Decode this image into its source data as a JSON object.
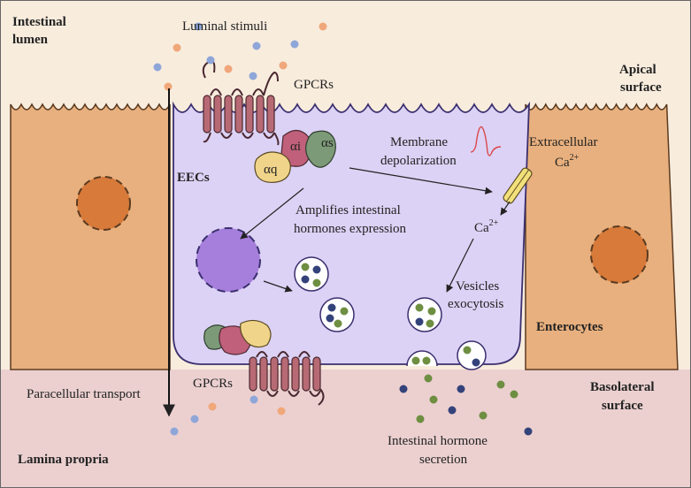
{
  "labels": {
    "intestinal_lumen_1": "Intestinal",
    "intestinal_lumen_2": "lumen",
    "luminal_stimuli": "Luminal stimuli",
    "gpcrs_top": "GPCRs",
    "apical_1": "Apical",
    "apical_2": "surface",
    "alpha_i": "αi",
    "alpha_s": "αs",
    "alpha_q": "αq",
    "eecs": "EECs",
    "membrane_1": "Membrane",
    "membrane_2": "depolarization",
    "extracellular_1": "Extracellular",
    "extracellular_2": "Ca",
    "extracellular_2_sup": "2+",
    "amplifies_1": "Amplifies intestinal",
    "amplifies_2": "hormones expression",
    "ca_inner": "Ca",
    "ca_inner_sup": "2+",
    "vesicles_1": "Vesicles",
    "vesicles_2": "exocytosis",
    "enterocytes": "Enterocytes",
    "paracellular": "Paracellular transport",
    "gpcrs_bottom": "GPCRs",
    "basolateral_1": "Basolateral",
    "basolateral_2": "surface",
    "secretion_1": "Intestinal hormone",
    "secretion_2": "secretion",
    "lamina_propria": "Lamina propria"
  },
  "colors": {
    "lumen_bg": "#f8ecdd",
    "lamina_bg": "#ecd0d0",
    "eec_fill": "#dcd2f5",
    "eec_stroke": "#3b2f6e",
    "enterocyte_fill": "#e8b07e",
    "enterocyte_nucleus": "#d77a3a",
    "eec_nucleus": "#a67fdc",
    "receptor": "#b86a74",
    "g_alpha_i": "#c0607a",
    "g_alpha_s": "#7d9a78",
    "g_alpha_q": "#f0d48a",
    "dot_blue": "#8fa6d8",
    "dot_orange": "#f0a77a",
    "granule_blue": "#33427a",
    "granule_green": "#6e8e42"
  }
}
